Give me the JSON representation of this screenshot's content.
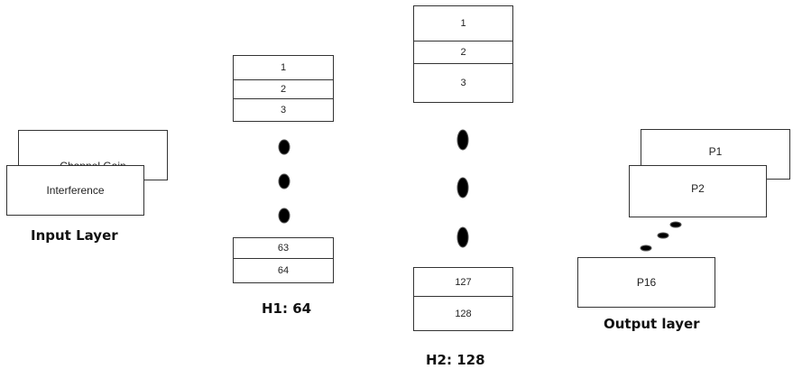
{
  "input_layer": {
    "label": "Input Layer",
    "boxes": [
      "Channel Gain",
      "Interference"
    ]
  },
  "h1": {
    "label": "H1: 64",
    "top_cells": [
      "1",
      "2",
      "3"
    ],
    "bottom_cells": [
      "63",
      "64"
    ]
  },
  "h2": {
    "label": "H2: 128",
    "top_cells": [
      "1",
      "2",
      "3"
    ],
    "bottom_cells": [
      "127",
      "128"
    ]
  },
  "output_layer": {
    "label": "Output layer",
    "boxes": [
      "P1",
      "P2",
      "P16"
    ]
  },
  "colors": {
    "stroke": "#333333",
    "dot": "#000000",
    "background": "#ffffff"
  }
}
